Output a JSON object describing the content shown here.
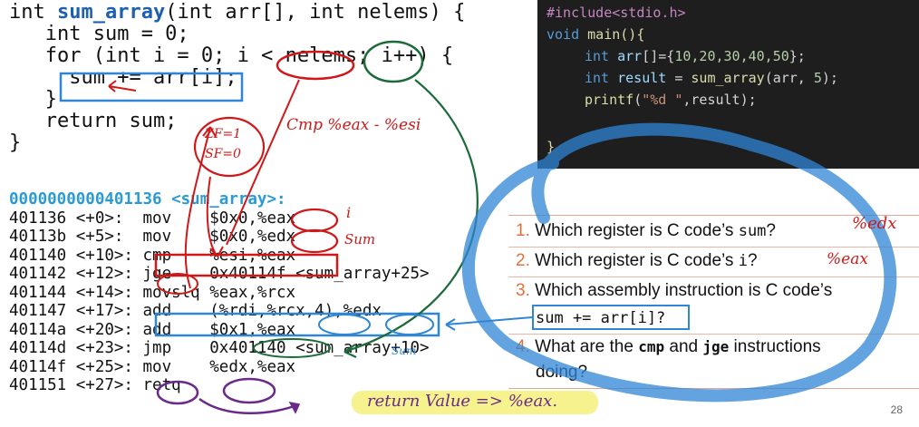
{
  "c_code": {
    "line1_pre": "int ",
    "fn_name": "sum_array",
    "line1_post": "(int arr[], int nelems) {",
    "line2": "   int sum = 0;",
    "line3": "   for (int i = 0; i < nelems; i++) {",
    "line4": "     sum += arr[i];",
    "line5": "   }",
    "line6": "   return sum;",
    "line7": "}"
  },
  "asm": {
    "header": "0000000000401136 <sum_array>:",
    "lines": [
      "401136 <+0>:  mov    $0x0,%eax",
      "40113b <+5>:  mov    $0x0,%edx",
      "401140 <+10>: cmp    %esi,%eax",
      "401142 <+12>: jge    0x40114f <sum_array+25>",
      "401144 <+14>: movslq %eax,%rcx",
      "401147 <+17>: add    (%rdi,%rcx,4),%edx",
      "40114a <+20>: add    $0x1,%eax",
      "40114d <+23>: jmp    0x401140 <sum_array+10>",
      "40114f <+25>: mov    %edx,%eax",
      "401151 <+27>: retq"
    ]
  },
  "main_code": {
    "include": "#include<stdio.h>",
    "void_kw": "void",
    "main_sig": " main(){",
    "l3_int": "int",
    "l3_var": " arr",
    "l3_arr": "[]={",
    "l3_nums": "10,20,30,40,50",
    "l3_end": "};",
    "l4_int": "int",
    "l4_var": " result",
    "l4_eq": " = ",
    "l4_fn": "sum_array",
    "l4_args": "(arr, ",
    "l4_num": "5",
    "l4_end": ");",
    "l5_fn": "printf",
    "l5_open": "(",
    "l5_str": "\"%d \"",
    "l5_rest": ",result);",
    "close": "}"
  },
  "questions": [
    {
      "num": "1.",
      "text_pre": "Which register is C code’s ",
      "code": "sum",
      "text_post": "?"
    },
    {
      "num": "2.",
      "text_pre": "Which register is C code’s ",
      "code": "i",
      "text_post": "?"
    },
    {
      "num": "3.",
      "text_pre": "Which assembly instruction is C code’s"
    },
    {
      "code_line": "sum += arr[i]?"
    },
    {
      "num": "4.",
      "text_pre": "What are the ",
      "code1": "cmp",
      "mid": " and ",
      "code2": "jge",
      "text_post": " instructions"
    },
    {
      "text_pre": "doing?"
    }
  ],
  "annotations": {
    "ans1": "%edx",
    "ans2": "%eax",
    "cmp_note": "Cmp %eax - %esi",
    "flags": "ZF=1",
    "flags2": "SF=0",
    "i_mark": "i",
    "sum_mark": "Sum",
    "sum_mark2": "Sum",
    "return_note": "return Value => %eax."
  },
  "page_number": "28",
  "colors": {
    "fn_blue": "#1f5fb0",
    "header_cyan": "#2a9ad6",
    "ink_red": "#d01818",
    "ink_blue": "#2f86d6",
    "ink_green": "#1d6b3a",
    "ink_purple": "#6a2a8a",
    "highlight_yellow": "#f5f07a",
    "question_number": "#e0703a"
  }
}
